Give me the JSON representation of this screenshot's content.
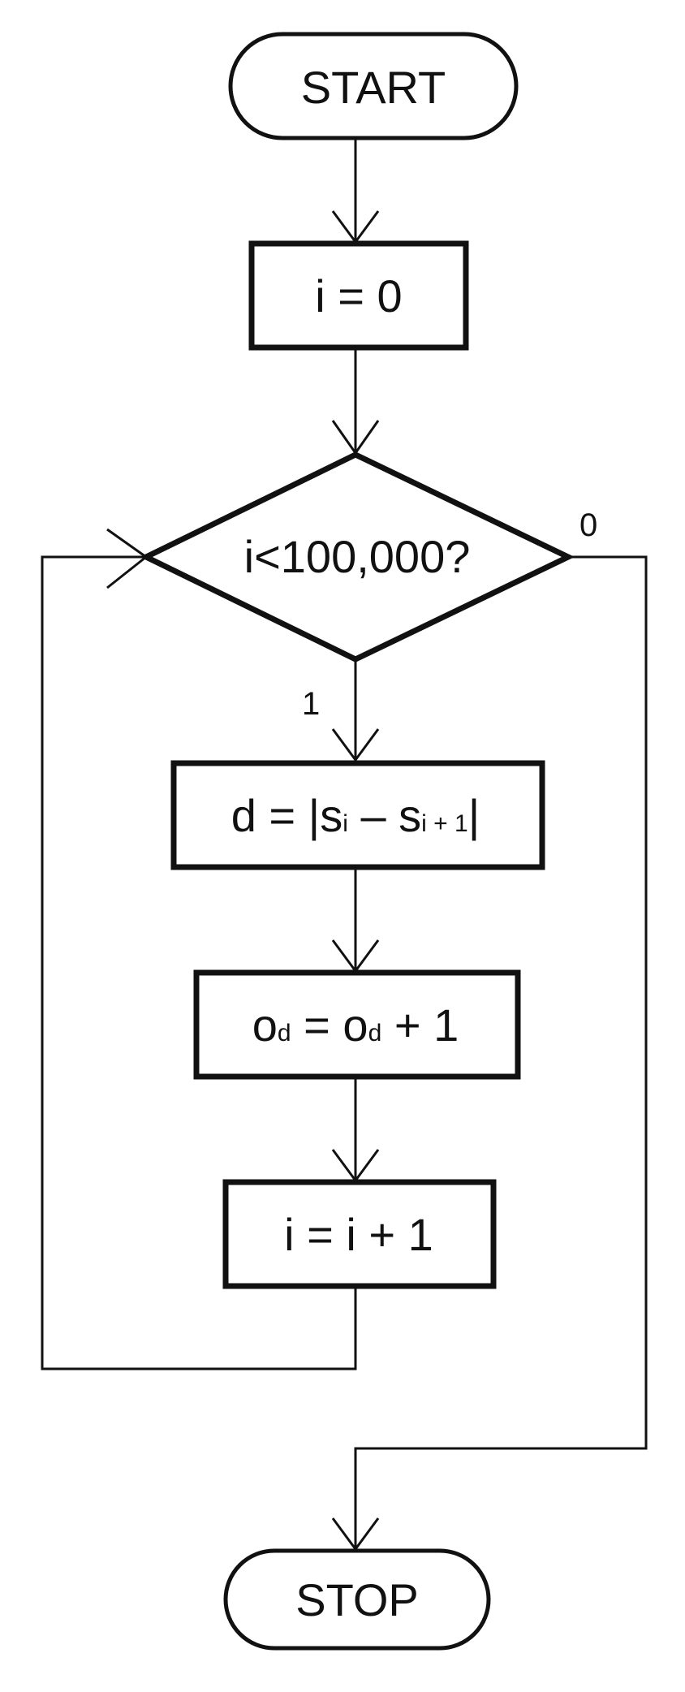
{
  "flowchart": {
    "start_label": "START",
    "stop_label": "STOP",
    "init": "i = 0",
    "decision": "i<100,000?",
    "yes_label": "1",
    "no_label": "0",
    "diff": {
      "left": "d = |s",
      "sub1": "i",
      "minus": " – s",
      "sub2": "i + 1",
      "bar": "|"
    },
    "count": {
      "o1": "o",
      "sub1": "d",
      "eq": " = o",
      "sub2": "d",
      "tail": " + 1"
    },
    "increment": "i = i + 1"
  }
}
